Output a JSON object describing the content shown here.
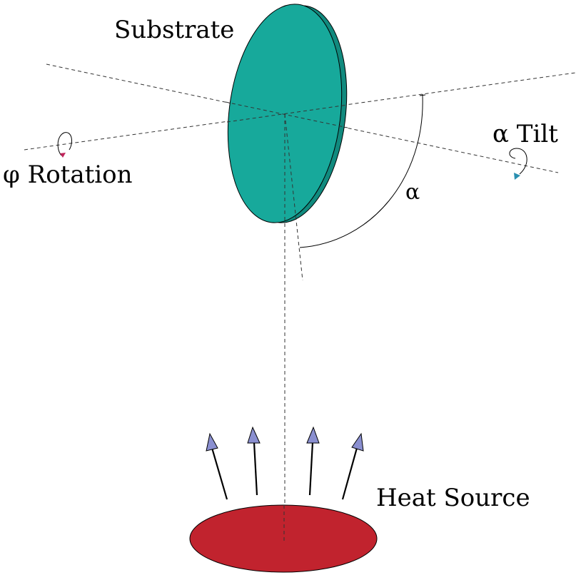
{
  "labels": {
    "substrate": "Substrate",
    "rotation": "φ Rotation",
    "tilt": "α Tilt",
    "angle": "α",
    "heat_source": "Heat Source"
  },
  "colors": {
    "substrate_face": "#17a99b",
    "substrate_edge": "#118a7e",
    "heat_source": "#c1232e",
    "arrow_head": "#8a8fd0",
    "rotation_marker": "#c0245a",
    "tilt_marker": "#2a8fb0"
  },
  "icons": {
    "rotation": "rotation-arrow-icon",
    "tilt": "tilt-arrow-icon",
    "heat_flux": "up-arrow-icon"
  }
}
